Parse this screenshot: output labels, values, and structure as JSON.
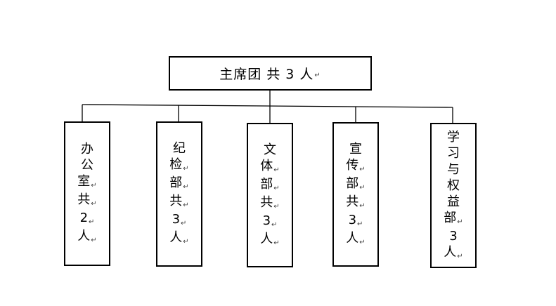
{
  "top": {
    "title": "主席团 共 3 人"
  },
  "departments": [
    {
      "chars": [
        "办",
        "公",
        "室",
        "共",
        "2",
        "人"
      ]
    },
    {
      "chars": [
        "纪",
        "检",
        "部",
        "共",
        "3",
        "人"
      ]
    },
    {
      "chars": [
        "文",
        "体",
        "部",
        "共",
        "3",
        "人"
      ]
    },
    {
      "chars": [
        "宣",
        "传",
        "部",
        "共",
        "3",
        "人"
      ]
    },
    {
      "chars": [
        "学",
        "习",
        "与",
        "权",
        "益",
        "部",
        "3",
        "人"
      ]
    }
  ],
  "paragraph_mark": "↵"
}
